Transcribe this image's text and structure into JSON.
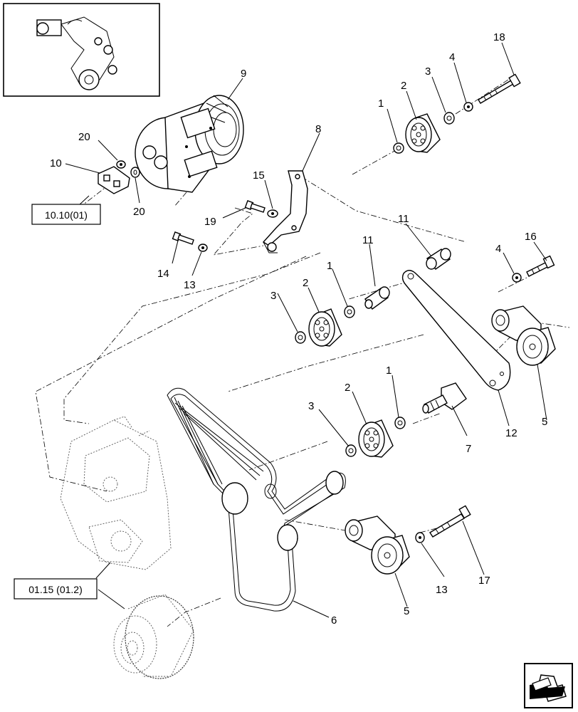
{
  "references": {
    "compressor_ref": "10.10(01)",
    "engine_ref": "01.15 (01.2)"
  },
  "callouts": {
    "c1a": "1",
    "c2a": "2",
    "c3a": "3",
    "c4a": "4",
    "c18": "18",
    "c9": "9",
    "c20a": "20",
    "c10": "10",
    "c20b": "20",
    "c8": "8",
    "c15": "15",
    "c19": "19",
    "c14": "14",
    "c13a": "13",
    "c11a": "11",
    "c11b": "11",
    "c4b": "4",
    "c16": "16",
    "c3b": "3",
    "c2b": "2",
    "c1b": "1",
    "c2c": "2",
    "c1c": "1",
    "c3c": "3",
    "c7": "7",
    "c12": "12",
    "c5a": "5",
    "c6": "6",
    "c5b": "5",
    "c13b": "13",
    "c17": "17"
  },
  "icons": {
    "thumbnail": "overview-thumbnail-icon",
    "navigation": "next-page-arrow-icon"
  }
}
